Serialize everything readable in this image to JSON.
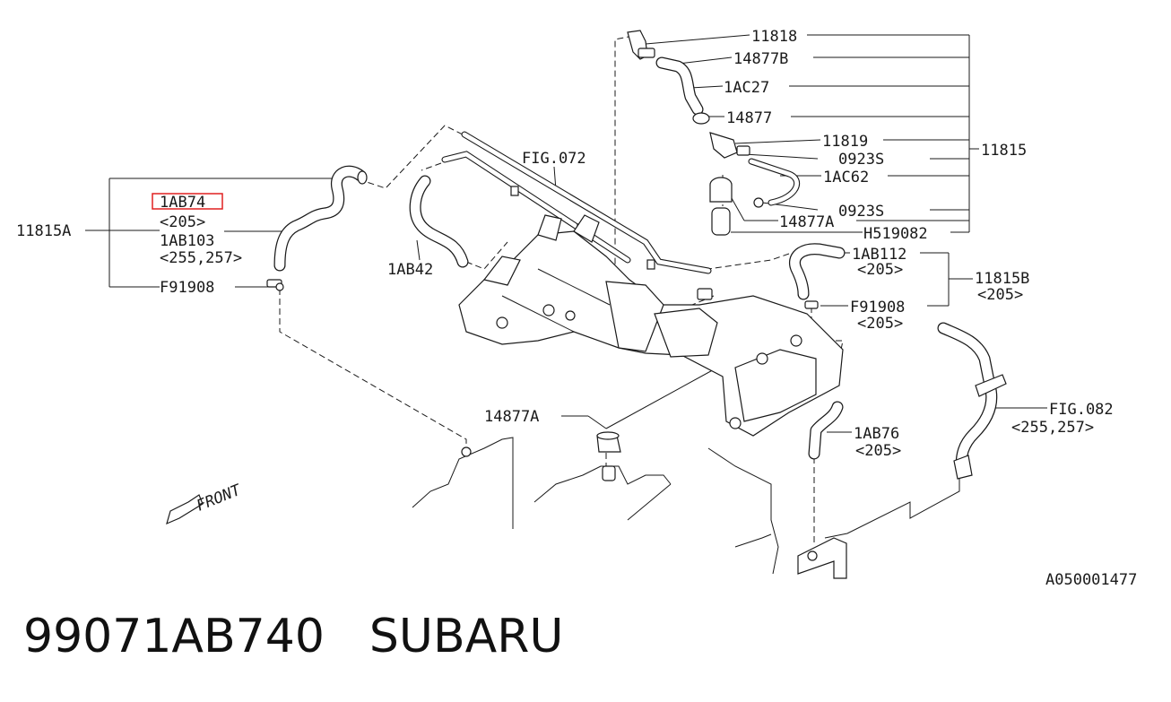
{
  "diagram": {
    "highlight_color": "#e02020",
    "labels": {
      "p11818": "11818",
      "p14877B": "14877B",
      "p1AC27": "1AC27",
      "p14877": "14877",
      "p11819": "11819",
      "p0923S_a": "0923S",
      "p11815": "11815",
      "p1AC62": "1AC62",
      "p0923S_b": "0923S",
      "p14877A_top": "14877A",
      "pH519082": "H519082",
      "fig072": "FIG.072",
      "p1AB74": "1AB74",
      "p205_a": "<205>",
      "p11815A": "11815A",
      "p1AB103": "1AB103",
      "p255_257_a": "<255,257>",
      "pF91908_a": "F91908",
      "p1AB42": "1AB42",
      "p1AB112": "1AB112",
      "p205_b": "<205>",
      "p11815B": "11815B",
      "p205_c": "<205>",
      "pF91908_b": "F91908",
      "p205_d": "<205>",
      "fig082": "FIG.082",
      "p255_257_b": "<255,257>",
      "p14877A_bottom": "14877A",
      "p1AB76": "1AB76",
      "p205_e": "<205>",
      "front": "FRONT",
      "ref_code": "A050001477"
    }
  },
  "caption": {
    "part_number": "99071AB740",
    "brand": "SUBARU"
  }
}
